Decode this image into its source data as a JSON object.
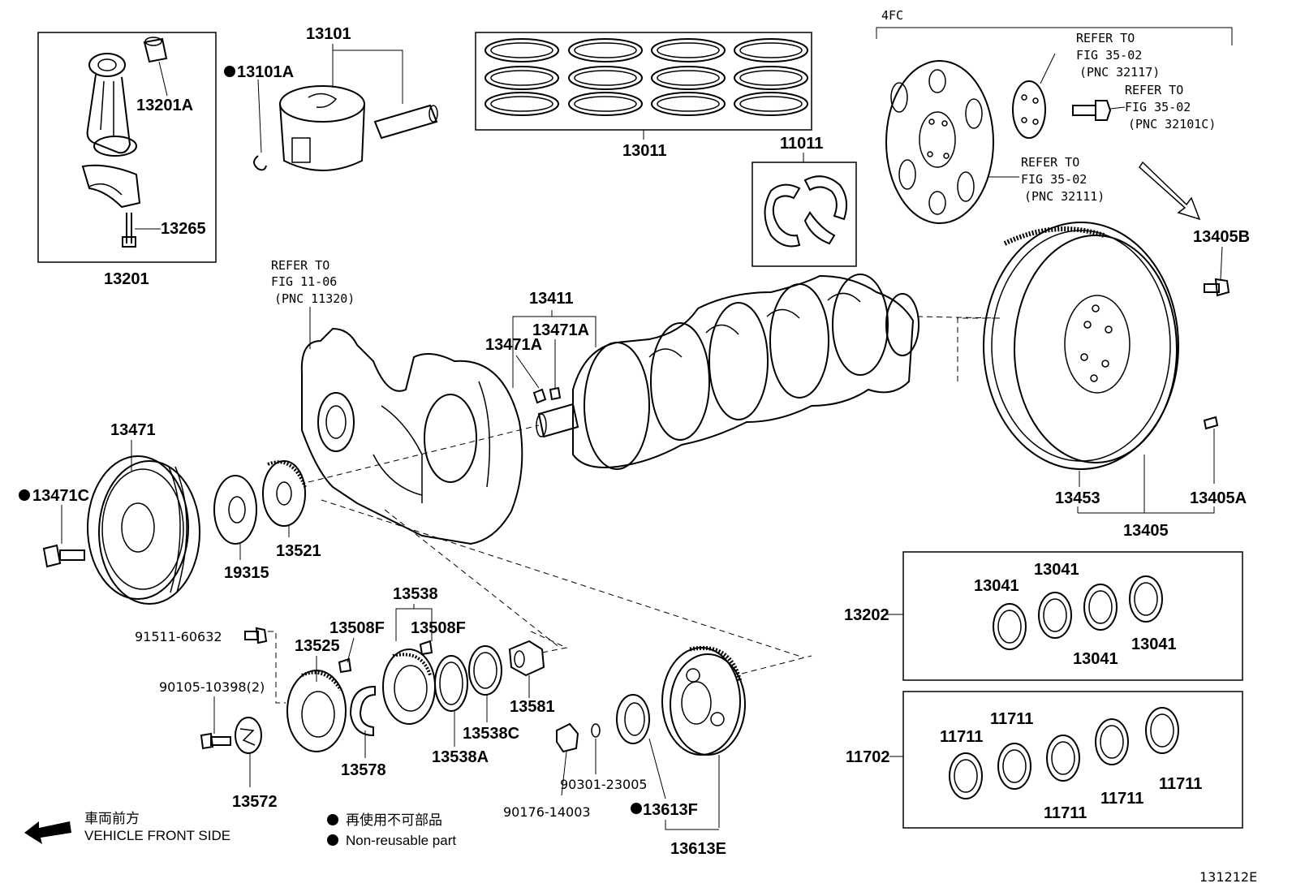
{
  "diagram": {
    "figure_code": "131212E",
    "variant_label": "4FC",
    "parts": {
      "p13101": "13101",
      "p13101A": "13101A",
      "p13201A": "13201A",
      "p13265": "13265",
      "p13201": "13201",
      "p13011": "13011",
      "p11011": "11011",
      "p13411": "13411",
      "p13471A_1": "13471A",
      "p13471A_2": "13471A",
      "p13471": "13471",
      "p13471C": "13471C",
      "p19315": "19315",
      "p13521": "13521",
      "p13405B": "13405B",
      "p13405A": "13405A",
      "p13453": "13453",
      "p13405": "13405",
      "p13202": "13202",
      "p13041_a": "13041",
      "p13041_b": "13041",
      "p13041_c": "13041",
      "p13041_d": "13041",
      "p11702": "11702",
      "p11711_a": "11711",
      "p11711_b": "11711",
      "p11711_c": "11711",
      "p11711_d": "11711",
      "p11711_e": "11711",
      "p13538": "13538",
      "p13508F_1": "13508F",
      "p13508F_2": "13508F",
      "p13525": "13525",
      "p13538C": "13538C",
      "p13538A": "13538A",
      "p13581": "13581",
      "p13578": "13578",
      "p13572": "13572",
      "p91511": "91511-60632",
      "p90105": "90105-10398(2)",
      "p90301": "90301-23005",
      "p90176": "90176-14003",
      "p13613F": "13613F",
      "p13613E": "13613E"
    },
    "refs": {
      "r1": [
        "REFER TO",
        "FIG 35-02",
        "(PNC 32117)"
      ],
      "r2": [
        "REFER TO",
        "FIG 35-02",
        "(PNC 32101C)"
      ],
      "r3": [
        "REFER TO",
        "FIG 35-02",
        "(PNC 32111)"
      ],
      "r4": [
        "REFER TO",
        "FIG 11-06",
        "(PNC 11320)"
      ]
    },
    "legend": {
      "front_jp": "車両前方",
      "front_en": "VEHICLE FRONT SIDE",
      "nonreuse_jp": "再使用不可部品",
      "nonreuse_en": "Non-reusable part"
    }
  }
}
